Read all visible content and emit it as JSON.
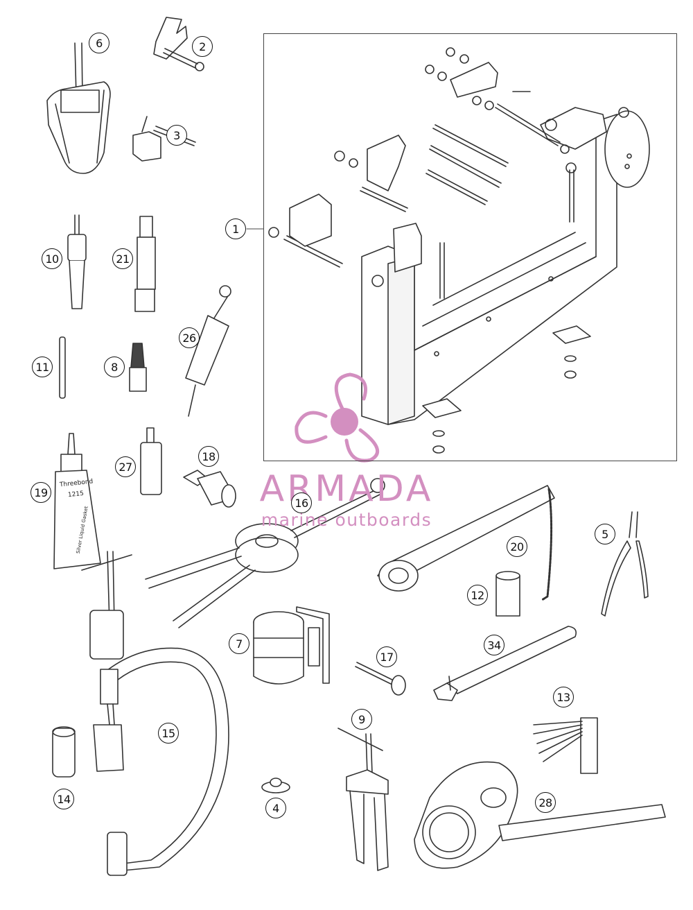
{
  "callouts": {
    "c1": "1",
    "c2": "2",
    "c3": "3",
    "c4": "4",
    "c5": "5",
    "c6": "6",
    "c7": "7",
    "c8": "8",
    "c9": "9",
    "c10": "10",
    "c11": "11",
    "c12": "12",
    "c13": "13",
    "c14": "14",
    "c15": "15",
    "c16": "16",
    "c17": "17",
    "c18": "18",
    "c19": "19",
    "c20": "20",
    "c21": "21",
    "c26": "26",
    "c27": "27",
    "c28": "28",
    "c34": "34"
  },
  "tube_label": {
    "brand": "Threebond",
    "code": "1215",
    "note": "Silver Liquid Gasket"
  },
  "brand": {
    "name": "ARMADA",
    "tagline": "marine outboards",
    "color": "#d38fc0"
  },
  "colors": {
    "line": "#333333",
    "frame": "#444444"
  }
}
